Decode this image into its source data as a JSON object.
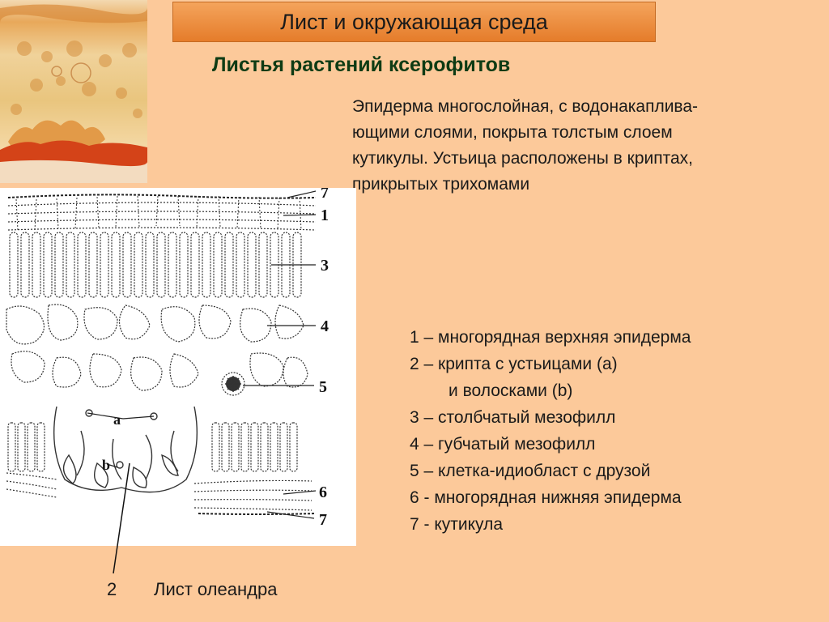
{
  "header": {
    "title": "Лист и окружающая среда",
    "subtitle": "Листья растений ксерофитов"
  },
  "description": "Эпидерма многослойная, с водонакаплива-\nющими слоями, покрыта толстым слоем\nкутикулы. Устьица расположены в криптах,\nприкрытых трихомами",
  "diagram": {
    "labels": {
      "l7top": "7",
      "l1": "1",
      "l3": "3",
      "l4": "4",
      "l5": "5",
      "l6": "6",
      "l7bottom": "7",
      "la": "a",
      "lb": "b"
    }
  },
  "legend": [
    "1 – многорядная верхняя эпидерма",
    "2 – крипта с устьицами (a)",
    "и волосками (b)",
    "3 – столбчатый мезофилл",
    "4 – губчатый мезофилл",
    "5 – клетка-идиобласт с друзой",
    "6 - многорядная нижняя эпидерма",
    "7 - кутикула"
  ],
  "caption": {
    "number": "2",
    "text": "Лист олеандра"
  },
  "colors": {
    "background": "#fcc99a",
    "title_bar": "#e8832f",
    "subtitle": "#0e3b14"
  }
}
